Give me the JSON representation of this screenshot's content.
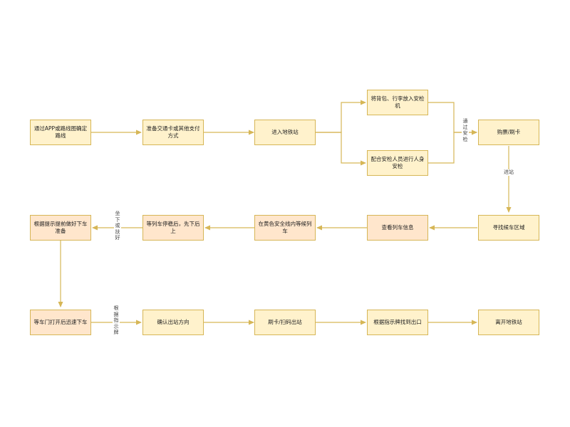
{
  "colors": {
    "edge": "#d6b656",
    "fill_yellow": "#fff2cc",
    "fill_orange": "#ffe6cc"
  },
  "nodes": {
    "n1": "通过APP或路线图确定路线",
    "n2": "准备交通卡或其他支付方式",
    "n3": "进入地铁站",
    "n4": "将背包、行李放入安检机",
    "n5": "配合安检人员进行人身安检",
    "n6": "购票/刷卡",
    "n7": "寻找候车区域",
    "n8": "查看列车信息",
    "n9": "在黄色安全线内等候列车",
    "n10": "等列车停稳后，先下后上",
    "n11": "根据提示提前做好下车准备",
    "n12": "等车门打开后迅速下车",
    "n13": "确认出站方向",
    "n14": "刷卡/扫码出站",
    "n15": "根据指示牌找到出口",
    "n16": "离开地铁站"
  },
  "edge_labels": {
    "pass_security": "通过安检",
    "enter": "进站",
    "sit_hold": "坐下或扶好",
    "by_sign": "根据指示牌"
  }
}
